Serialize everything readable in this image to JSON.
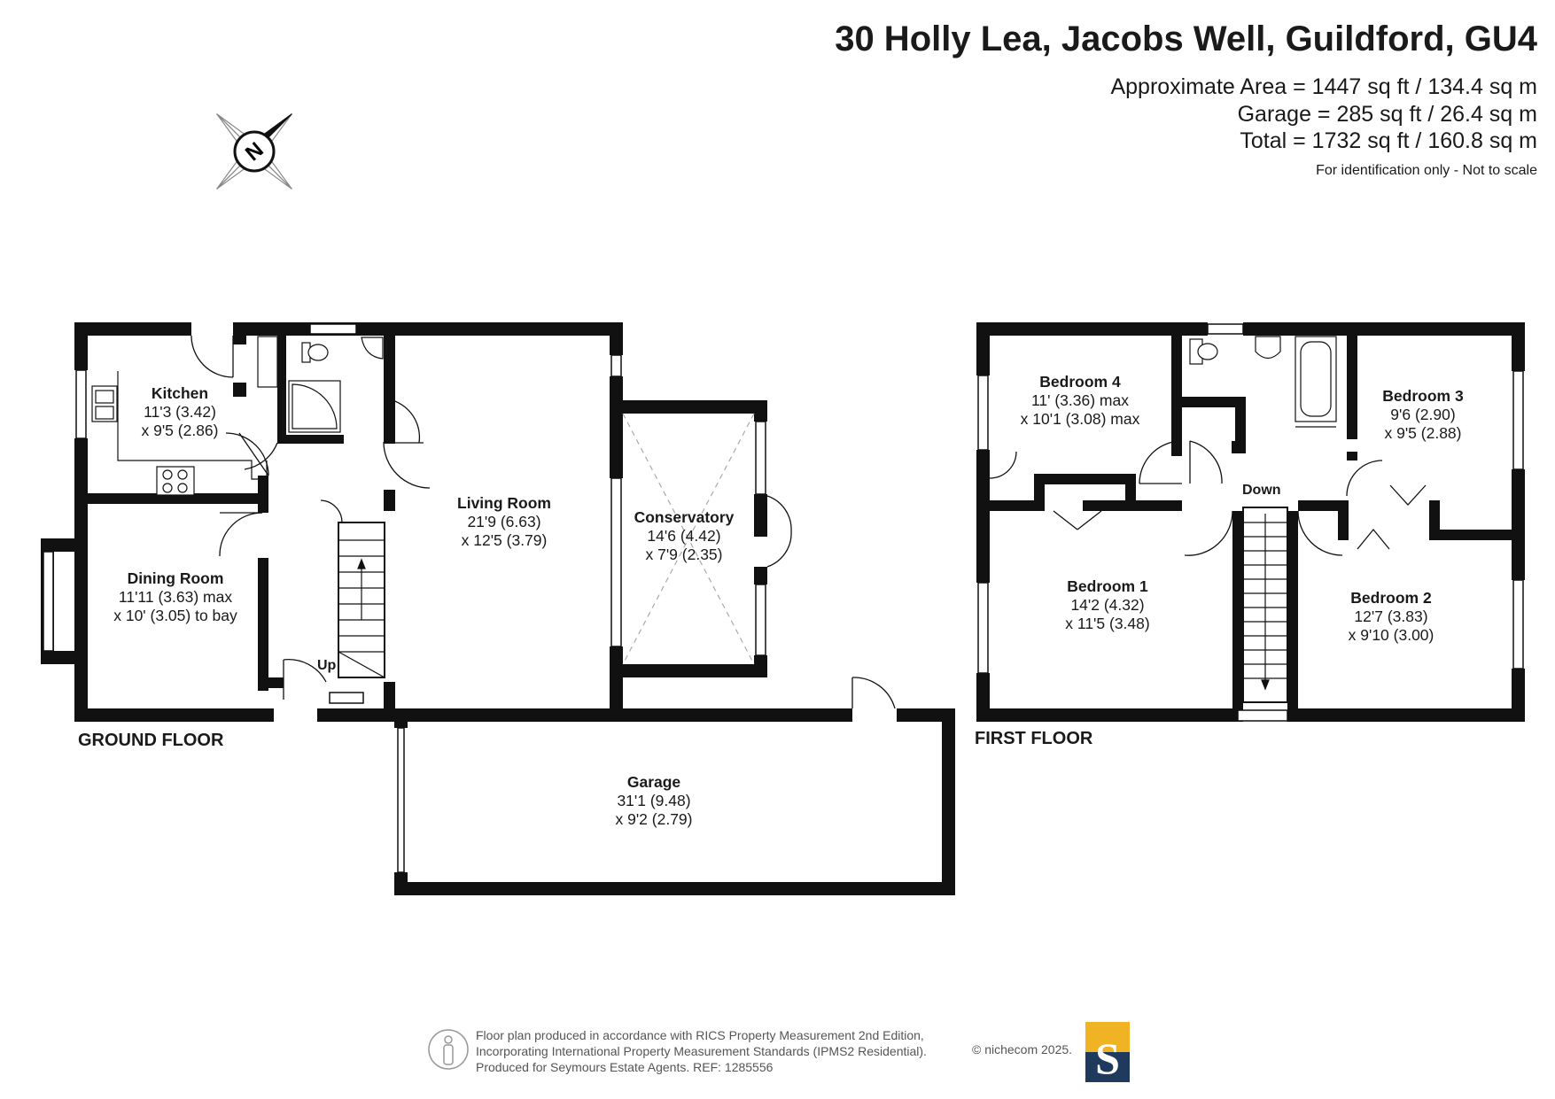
{
  "header": {
    "title": "30 Holly Lea, Jacobs Well, Guildford, GU4",
    "approx_area": "Approximate Area = 1447 sq ft / 134.4 sq m",
    "garage_area": "Garage = 285  sq ft / 26.4 sq m",
    "total_area": "Total = 1732 sq ft / 160.8 sq m",
    "note": "For identification only - Not to scale"
  },
  "compass": {
    "label": "N",
    "icon": "north-compass-icon"
  },
  "ground_floor": {
    "label": "GROUND FLOOR",
    "up_label": "Up",
    "rooms": {
      "kitchen": {
        "name": "Kitchen",
        "dim1": "11'3 (3.42)",
        "dim2": "x 9'5 (2.86)"
      },
      "dining": {
        "name": "Dining Room",
        "dim1": "11'11 (3.63) max",
        "dim2": "x 10' (3.05) to bay"
      },
      "living": {
        "name": "Living Room",
        "dim1": "21'9 (6.63)",
        "dim2": "x 12'5 (3.79)"
      },
      "conservatory": {
        "name": "Conservatory",
        "dim1": "14'6 (4.42)",
        "dim2": "x 7'9 (2.35)"
      },
      "garage": {
        "name": "Garage",
        "dim1": "31'1 (9.48)",
        "dim2": "x 9'2 (2.79)"
      }
    }
  },
  "first_floor": {
    "label": "FIRST FLOOR",
    "down_label": "Down",
    "rooms": {
      "bedroom4": {
        "name": "Bedroom 4",
        "dim1": "11' (3.36) max",
        "dim2": "x 10'1 (3.08) max"
      },
      "bedroom3": {
        "name": "Bedroom 3",
        "dim1": "9'6 (2.90)",
        "dim2": "x 9'5 (2.88)"
      },
      "bedroom1": {
        "name": "Bedroom 1",
        "dim1": "14'2 (4.32)",
        "dim2": "x 11'5 (3.48)"
      },
      "bedroom2": {
        "name": "Bedroom 2",
        "dim1": "12'7 (3.83)",
        "dim2": "x 9'10 (3.00)"
      }
    }
  },
  "footer": {
    "line1": "Floor plan produced in accordance with RICS Property Measurement 2nd Edition,",
    "line2": "Incorporating International Property Measurement Standards (IPMS2 Residential).",
    "line3": "Produced for Seymours Estate Agents.   REF: 1285556",
    "copyright": "© nichecom 2025.",
    "logo_letter": "S",
    "logo_colors": {
      "top": "#f0b323",
      "bottom": "#1f3a5c"
    }
  }
}
